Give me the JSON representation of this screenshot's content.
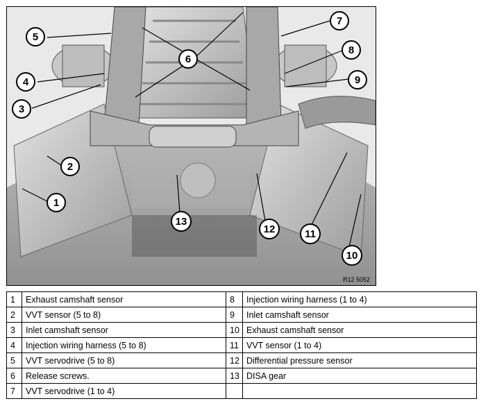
{
  "figure": {
    "reference_code": "R12 5052",
    "callouts": [
      "1",
      "2",
      "3",
      "4",
      "5",
      "6",
      "7",
      "8",
      "9",
      "10",
      "11",
      "12",
      "13"
    ]
  },
  "legend": {
    "rows": [
      {
        "left_num": "1",
        "left_label": "Exhaust camshaft sensor",
        "right_num": "8",
        "right_label": "Injection wiring harness (1 to 4)"
      },
      {
        "left_num": "2",
        "left_label": "VVT sensor (5 to 8)",
        "right_num": "9",
        "right_label": "Inlet camshaft sensor"
      },
      {
        "left_num": "3",
        "left_label": "Inlet camshaft sensor",
        "right_num": "10",
        "right_label": "Exhaust camshaft sensor"
      },
      {
        "left_num": "4",
        "left_label": "Injection wiring harness (5 to 8)",
        "right_num": "11",
        "right_label": "VVT sensor (1 to 4)"
      },
      {
        "left_num": "5",
        "left_label": "VVT servodrive (5 to 8)",
        "right_num": "12",
        "right_label": "Differential pressure sensor"
      },
      {
        "left_num": "6",
        "left_label": "Release screws.",
        "right_num": "13",
        "right_label": "DISA gear"
      },
      {
        "left_num": "7",
        "left_label": "VVT servodrive (1 to 4)",
        "right_num": "",
        "right_label": ""
      }
    ]
  }
}
